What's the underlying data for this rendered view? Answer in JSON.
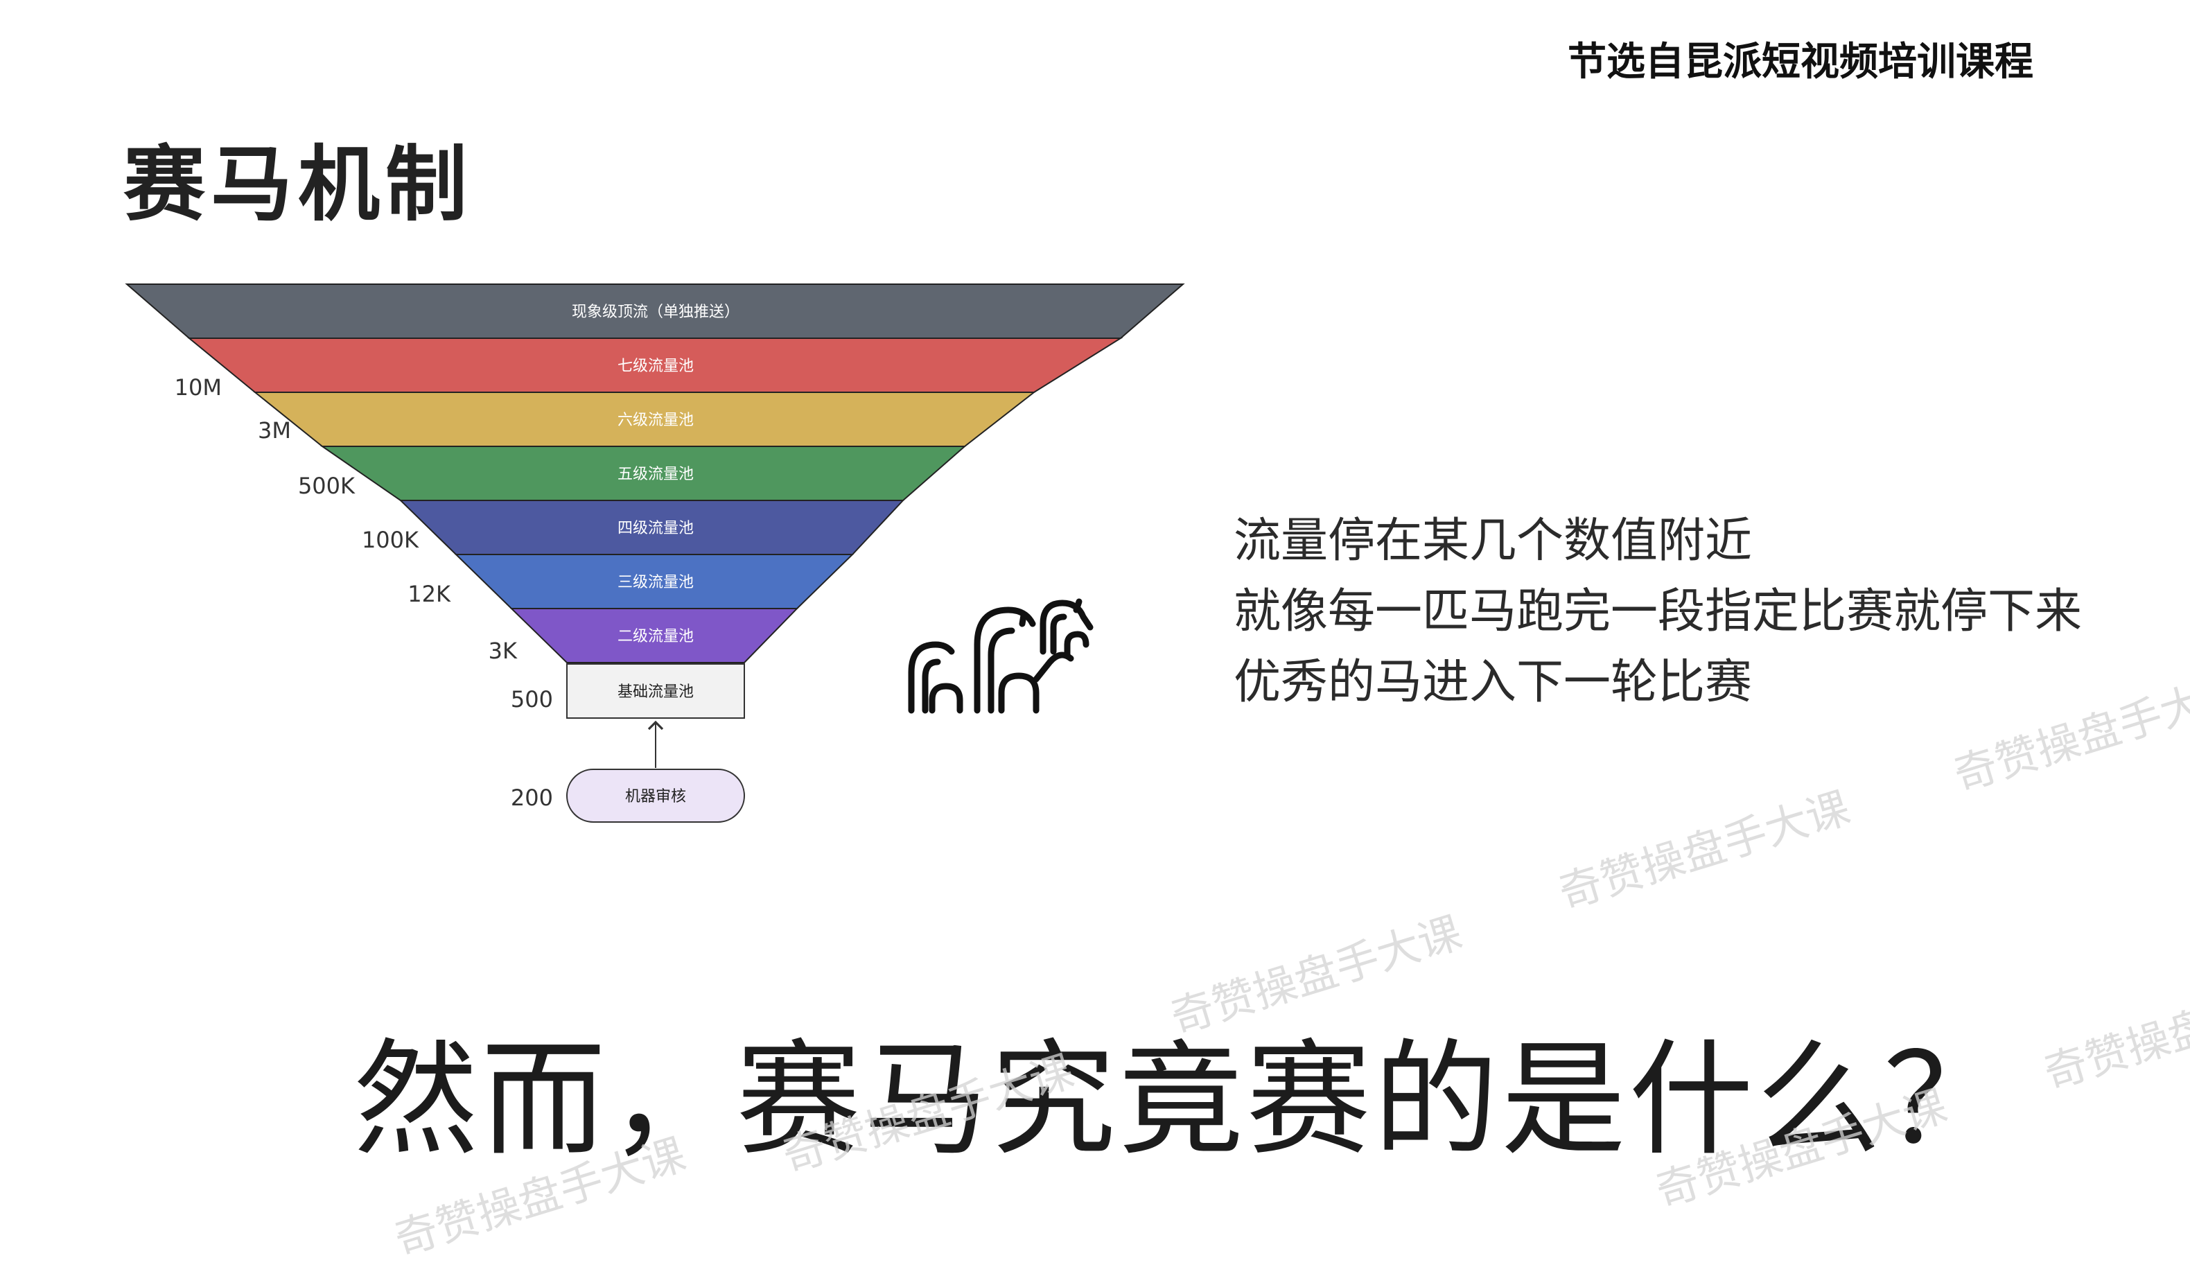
{
  "header": {
    "course_note": "节选自昆派短视频培训课程"
  },
  "page": {
    "title": "赛马机制"
  },
  "funnel": {
    "layers": [
      {
        "label": "现象级顶流（单独推送）",
        "color": "#5f6670"
      },
      {
        "label": "七级流量池",
        "color": "#d55c5a"
      },
      {
        "label": "六级流量池",
        "color": "#d5b25a"
      },
      {
        "label": "五级流量池",
        "color": "#4f975e"
      },
      {
        "label": "四级流量池",
        "color": "#4d59a0"
      },
      {
        "label": "三级流量池",
        "color": "#4c72c3"
      },
      {
        "label": "二级流量池",
        "color": "#7f57c8"
      }
    ],
    "base_pool": {
      "label": "基础流量池",
      "color": "#f2f2f2"
    },
    "review": {
      "label": "机器审核",
      "color": "#ece4f7"
    },
    "volumes": [
      "10M",
      "3M",
      "500K",
      "100K",
      "12K",
      "3K",
      "500",
      "200"
    ]
  },
  "description": {
    "lines": [
      "流量停在某几个数值附近",
      "就像每一匹马跑完一段指定比赛就停下来",
      "优秀的马进入下一轮比赛"
    ]
  },
  "question": "然而，赛马究竟赛的是什么？",
  "watermark": "奇赞操盘手大课"
}
